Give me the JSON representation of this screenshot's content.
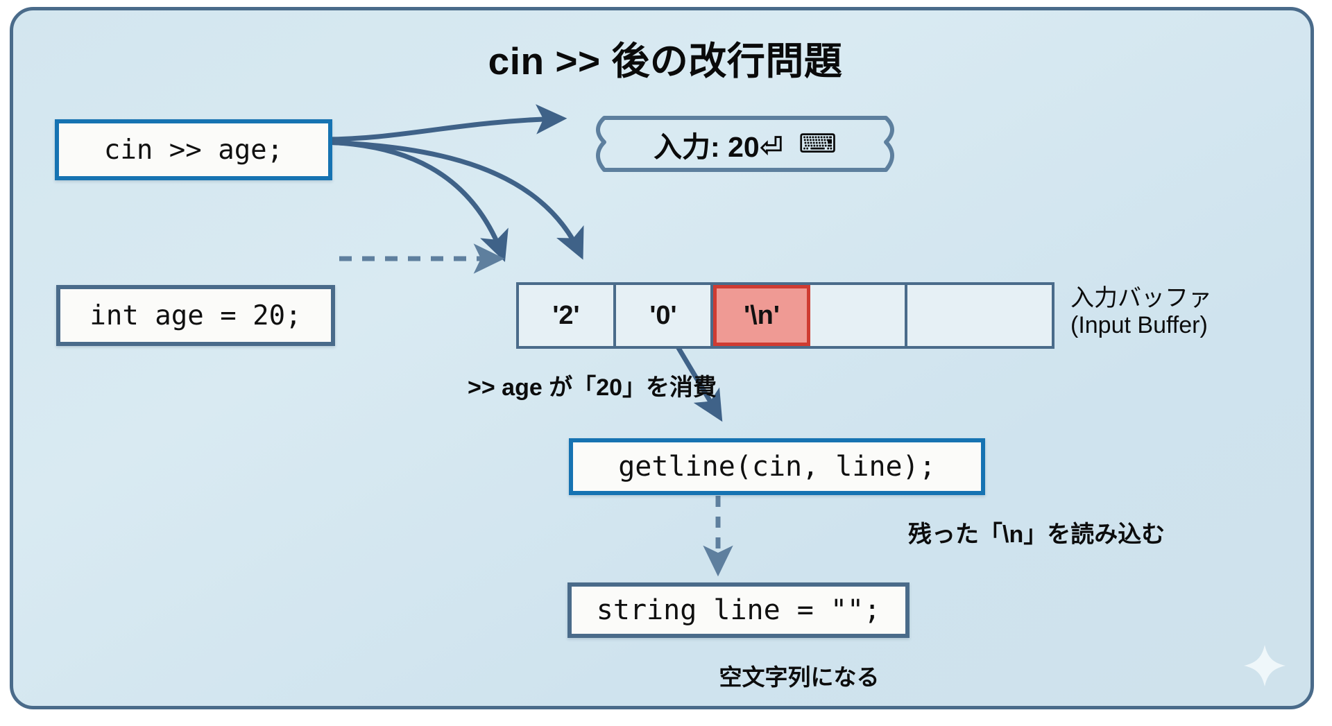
{
  "diagram": {
    "title": "cin >> 後の改行問題",
    "panel_border_color": "#4a6b8a",
    "panel_bg_color": "#d6e8f0",
    "accent_color": "#1673b2",
    "slate_color": "#4a6b8a",
    "highlight_color": "#ef9a94",
    "highlight_border_color": "#cf3b32"
  },
  "boxes": {
    "cin_read": "cin >> age;",
    "int_decl": "int age = 20;",
    "getline_call": "getline(cin, line);",
    "string_decl": "string line = \"\";"
  },
  "input_bubble": {
    "label": "入力: 20⏎",
    "keyboard_icon": "keyboard-icon",
    "keyboard_glyph": "⌨"
  },
  "buffer": {
    "label_jp": "入力バッファ",
    "label_en": "(Input Buffer)",
    "cells": [
      {
        "value": "'2'",
        "highlight": false
      },
      {
        "value": "'0'",
        "highlight": false
      },
      {
        "value": "'\\n'",
        "highlight": true
      },
      {
        "value": "",
        "highlight": false
      },
      {
        "value": "",
        "highlight": false
      }
    ]
  },
  "captions": {
    "consume": ">> age が「20」を消費",
    "leftover": "残った「\\n」を読み込む",
    "empty_string": "空文字列になる"
  },
  "decoration": {
    "sparkle_icon": "sparkle-icon"
  }
}
